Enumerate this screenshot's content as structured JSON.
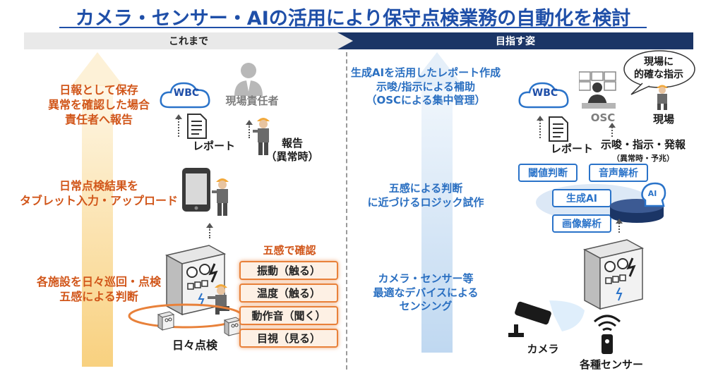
{
  "title": "カメラ・センサー・AIの活用により保守点検業務の自動化を検討",
  "header": {
    "left": "これまで",
    "right": "目指す姿"
  },
  "left": {
    "step_top": [
      "日報として保存",
      "異常を確認した場合",
      "責任者へ報告"
    ],
    "step_mid": [
      "日常点検結果を",
      "タブレット入力・アップロード"
    ],
    "step_bottom": [
      "各施設を日々巡回・点検",
      "五感による判断"
    ],
    "wbc": "WBC",
    "manager": "現場責任者",
    "report": "レポート",
    "notify": [
      "報告",
      "（異常時）"
    ],
    "daily_check": "日々点検",
    "senses_title": "五感で確認",
    "senses": [
      "振動（触る）",
      "温度（触る）",
      "動作音（聞く）",
      "目視（見る）"
    ]
  },
  "right": {
    "step_top": [
      "生成AIを活用したレポート作成",
      "示唆/指示による補助",
      "（OSCによる集中管理）"
    ],
    "step_mid": [
      "五感による判断",
      "に近づけるロジック試作"
    ],
    "step_bottom": [
      "カメラ・センサー等",
      "最適なデバイスによる",
      "センシング"
    ],
    "wbc": "WBC",
    "osc": "OSC",
    "site": "現場",
    "bubble": [
      "現場に",
      "的確な指示"
    ],
    "report": "レポート",
    "instruct": "示唆・指示・発報",
    "instruct_note": "（異常時・予兆）",
    "ai_boxes": [
      "閾値判断",
      "音声解析",
      "生成AI",
      "画像解析"
    ],
    "ai_badge": "AI",
    "camera": "カメラ",
    "sensors": "各種センサー"
  },
  "colors": {
    "title": "#1f4fa8",
    "orange": "#d1561a",
    "blue": "#2a73c9",
    "navy": "#1b3566"
  }
}
